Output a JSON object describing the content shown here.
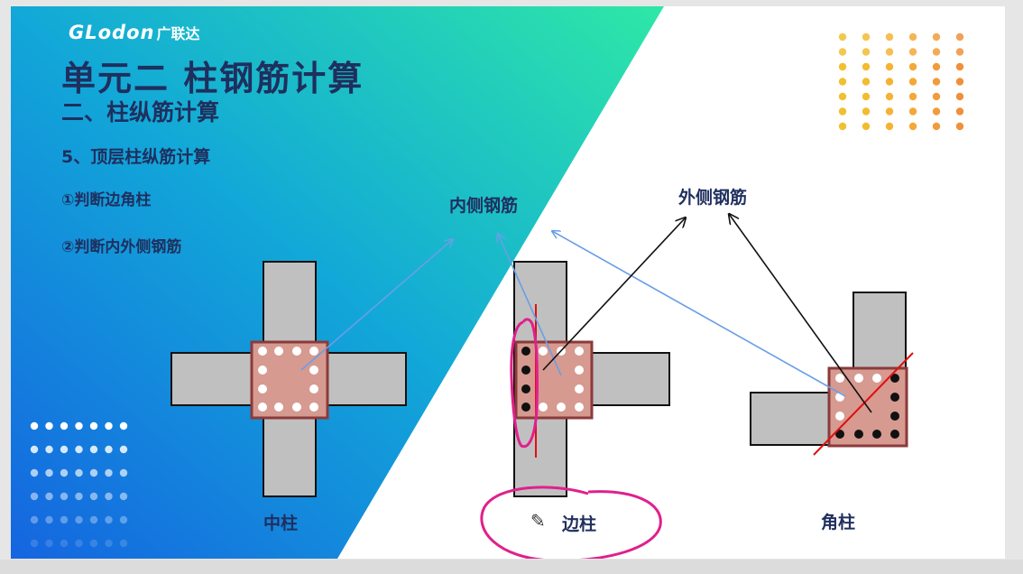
{
  "header": {
    "logo_text": "GLodon",
    "logo_cn": "广联达",
    "unit_title": "单元二  柱钢筋计算",
    "section_title": "二、柱纵筋计算",
    "sub_title": "5、顶层柱纵筋计算",
    "step_1": "①判断边角柱",
    "step_2": "②判断内外侧钢筋"
  },
  "labels": {
    "inner_rebar": "内侧钢筋",
    "outer_rebar": "外侧钢筋",
    "middle_column": "中柱",
    "edge_column": "边柱",
    "corner_column": "角柱"
  },
  "icons": [
    "pencil-icon"
  ],
  "colors": {
    "gradient_start": "#1565e0",
    "gradient_mid": "#12a8d8",
    "gradient_end": "#2ee8a6",
    "title": "#1f2f5e",
    "beam_fill": "#c0c0c0",
    "column_fill": "#d69a90",
    "column_border": "#8b3a3a",
    "red_line": "#e01010",
    "magenta_annotation": "#e0208c",
    "arrow_blue": "#6a9ee6"
  }
}
